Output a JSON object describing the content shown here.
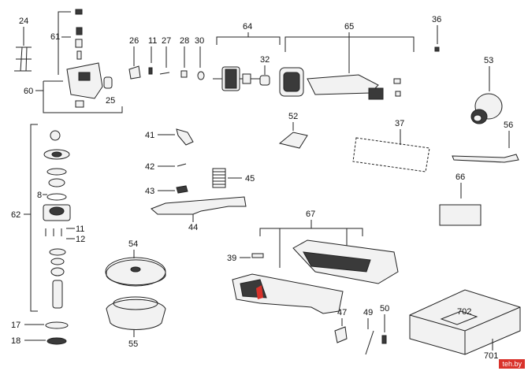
{
  "labels": {
    "l24": "24",
    "l61": "61",
    "l60": "60",
    "l25": "25",
    "l26": "26",
    "l11a": "11",
    "l27": "27",
    "l28": "28",
    "l30": "30",
    "l64": "64",
    "l32": "32",
    "l65": "65",
    "l36": "36",
    "l53": "53",
    "l62": "62",
    "l8": "8",
    "l11b": "11",
    "l12": "12",
    "l17": "17",
    "l18": "18",
    "l41": "41",
    "l42": "42",
    "l43": "43",
    "l45": "45",
    "l44": "44",
    "l52": "52",
    "l37": "37",
    "l56": "56",
    "l66": "66",
    "l54": "54",
    "l55": "55",
    "l67": "67",
    "l39": "39",
    "l47": "47",
    "l49": "49",
    "l50": "50",
    "l702": "702",
    "l701": "701"
  },
  "watermark": "teh.by"
}
